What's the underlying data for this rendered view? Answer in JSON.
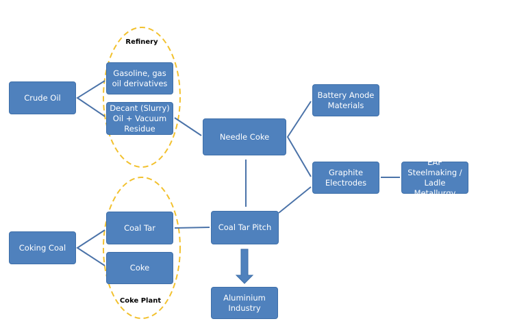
{
  "colors": {
    "box_fill": "#4f81bd",
    "connector": "#4a72a8",
    "group_outline": "#f2c12e"
  },
  "groups": {
    "refinery": "Refinery",
    "coke_plant": "Coke Plant"
  },
  "nodes": {
    "crude_oil": "Crude Oil",
    "gasoline": "Gasoline, gas oil derivatives",
    "decant": "Decant (Slurry) Oil + Vacuum Residue",
    "needle_coke": "Needle Coke",
    "battery": "Battery Anode Materials",
    "graphite": "Graphite Electrodes",
    "eaf": "EAF Steelmaking / Ladle Metallurgy",
    "coal_tar_pitch": "Coal Tar Pitch",
    "aluminium": "Aluminium Industry",
    "coking_coal": "Coking Coal",
    "coal_tar": "Coal Tar",
    "coke": "Coke"
  }
}
